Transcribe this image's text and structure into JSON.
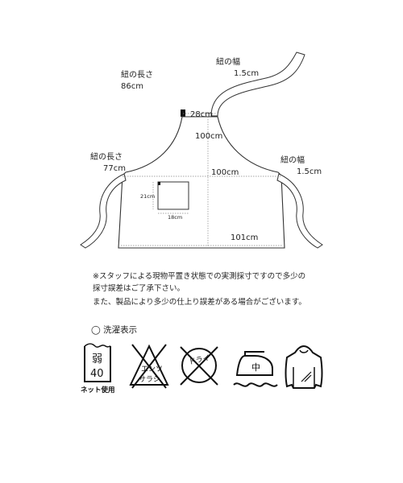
{
  "diagram": {
    "labels": {
      "strap_length_left_top": "紐の長さ",
      "strap_length_left_top_value": "86cm",
      "strap_width_top": "紐の幅",
      "strap_width_top_value": "1.5cm",
      "top_width": "28cm",
      "body_height": "100cm",
      "waist_width": "100cm",
      "strap_length_left_side": "紐の長さ",
      "strap_length_left_side_value": "77cm",
      "strap_width_side": "紐の幅",
      "strap_width_side_value": "1.5cm",
      "pocket_height": "21cm",
      "pocket_width": "18cm",
      "hem_width": "101cm"
    }
  },
  "notes": {
    "line1": "※スタッフによる現物平置き状態での実測採寸ですので多少の",
    "line2": "採寸誤差はご了承下さい。",
    "line3": "また、製品により多少の仕上り誤差がある場合がございます。"
  },
  "care": {
    "title": "◯ 洗濯表示",
    "wash": {
      "top": "弱",
      "temp": "40",
      "caption": "ネット使用"
    },
    "bleach": {
      "text1": "エンソ",
      "text2": "サラシ"
    },
    "dry": {
      "text": "ドライ"
    },
    "iron": {
      "text": "中"
    },
    "shape_dry": {}
  }
}
